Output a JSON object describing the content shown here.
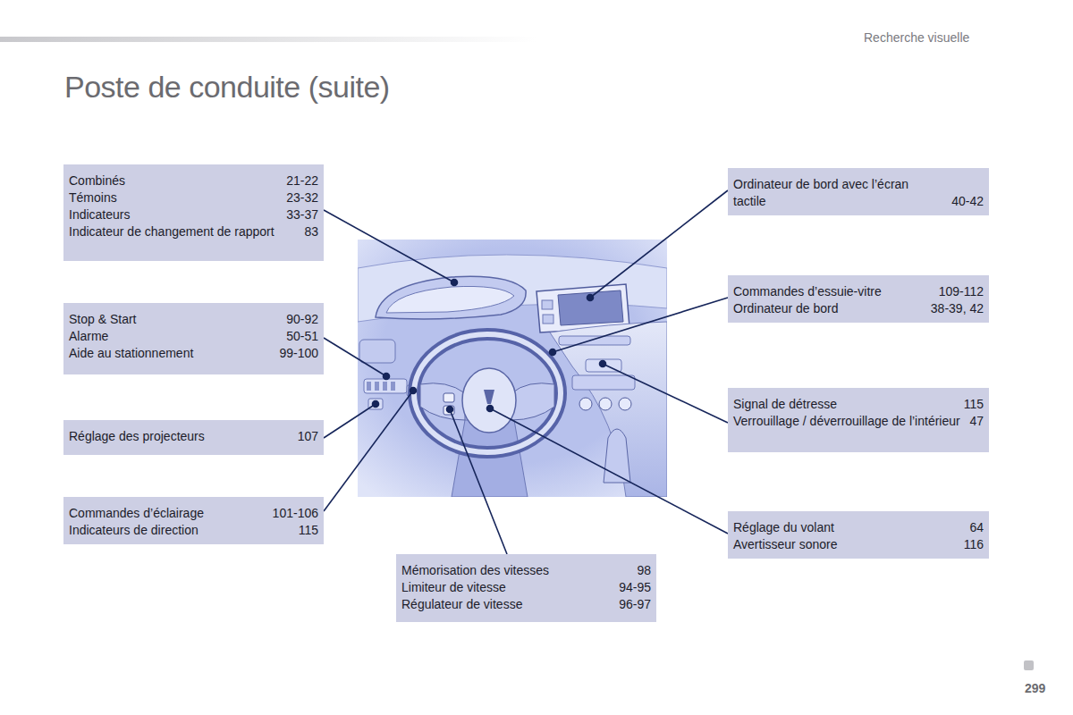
{
  "diagram": {
    "title": "Poste de conduite (suite)",
    "nodes": [
      {
        "text": [
          "Combinés",
          "21-22",
          "Témoins",
          "23-32",
          "Indicateurs",
          "33-37",
          "Indicateur de changement de rapport",
          "83"
        ]
      },
      {
        "text": [
          "Stop & Start",
          "90-92",
          "Alarme",
          "50-51",
          "Aide au stationnement",
          "99-100"
        ]
      },
      {
        "text": [
          "Réglage des projecteurs",
          "107"
        ]
      },
      {
        "text": [
          "Commandes d’éclairage",
          "101-106",
          "Indicateurs de direction",
          "115"
        ]
      },
      {
        "text": [
          "Ordinateur de bord avec l’écran tactile",
          "40-42"
        ]
      },
      {
        "text": [
          "Commandes d’essuie-vitre",
          "109-112",
          "Ordinateur de bord",
          "38-39, 42"
        ]
      },
      {
        "text": [
          "Signal de détresse",
          "115",
          "Verrouillage / déverrouillage de l’intérieur",
          "47"
        ]
      },
      {
        "text": [
          "Réglage du volant",
          "64",
          "Avertisseur sonore",
          "116"
        ]
      },
      {
        "text": [
          "Mémorisation des vitesses",
          "98",
          "Limiteur de vitesse",
          "94-95",
          "Régulateur de vitesse",
          "96-97"
        ]
      }
    ],
    "labels": [
      "Recherche visuelle",
      "299"
    ]
  }
}
